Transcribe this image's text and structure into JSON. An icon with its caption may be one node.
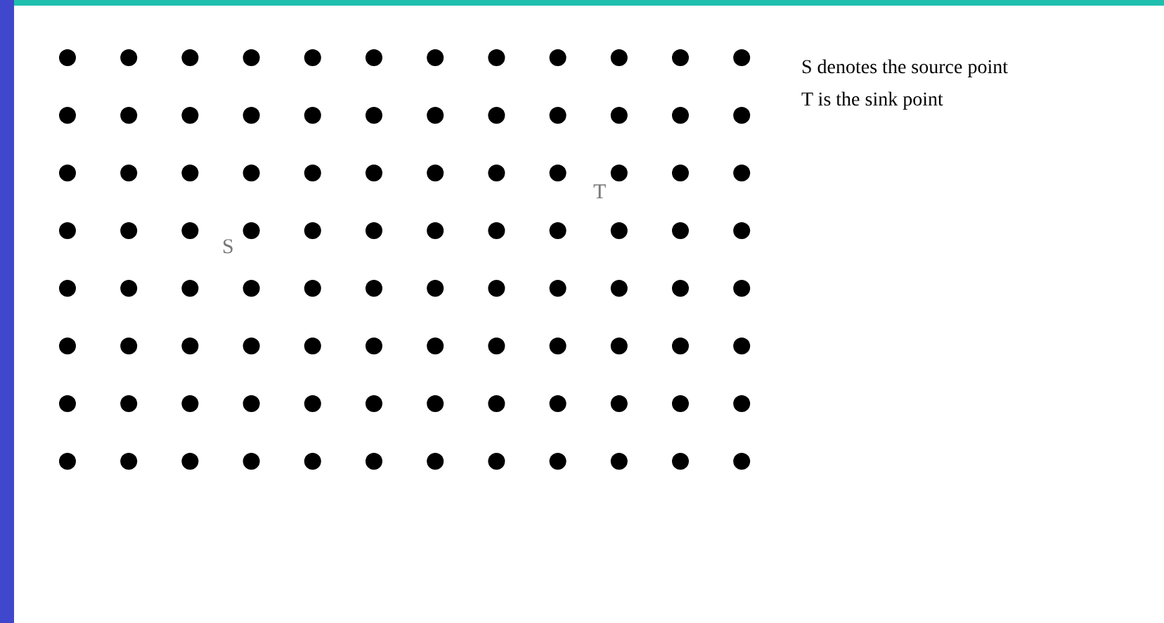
{
  "diagram": {
    "labels": [
      "S denotes the source point",
      "T is the sink point",
      "T",
      "S"
    ]
  }
}
